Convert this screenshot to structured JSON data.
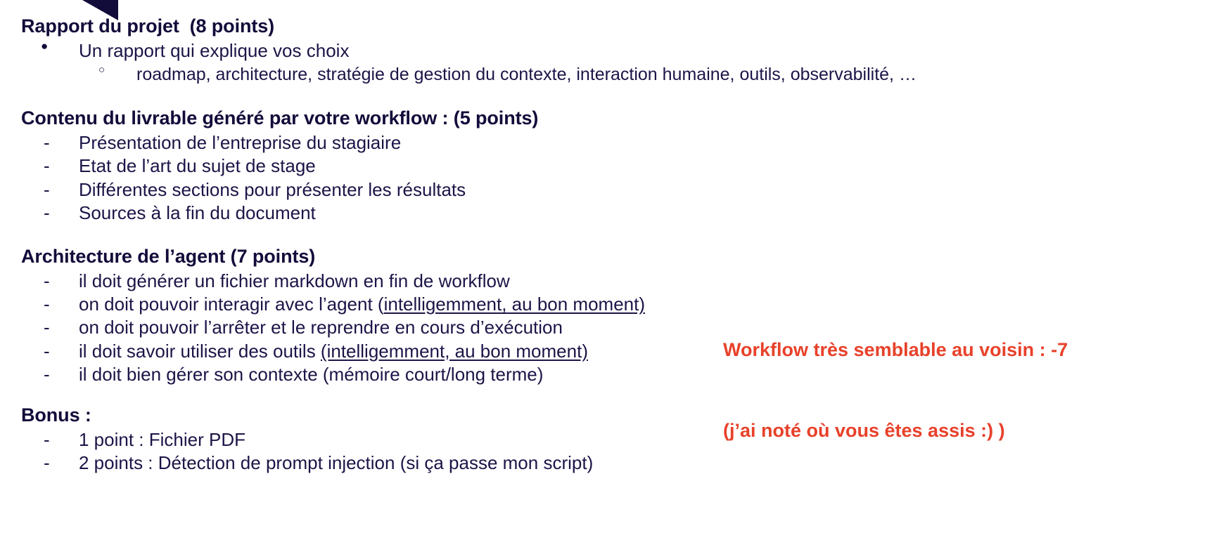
{
  "theme": {
    "background": "#ffffff",
    "text_navy": "#1b1547",
    "heading_navy": "#120c3a",
    "accent_red": "#e8412a",
    "deco_navy": "#120c3a"
  },
  "decoration": {
    "shape": "triangle-top-left"
  },
  "sections": [
    {
      "id": "rapport",
      "heading": "Rapport du projet  (8 points)",
      "items": [
        {
          "level": 1,
          "bullet": "disc",
          "text": "Un rapport qui explique vos choix"
        },
        {
          "level": 2,
          "bullet": "circle",
          "text": "roadmap, architecture, stratégie de gestion du contexte, interaction humaine, outils, observabilité, …"
        }
      ]
    },
    {
      "id": "contenu",
      "heading": "Contenu du livrable généré par votre workflow : (5 points)",
      "items": [
        {
          "level": 1,
          "bullet": "dash",
          "text": "Présentation de l’entreprise du stagiaire"
        },
        {
          "level": 1,
          "bullet": "dash",
          "text": "Etat de l’art du sujet de stage"
        },
        {
          "level": 1,
          "bullet": "dash",
          "text": "Différentes sections pour présenter les résultats"
        },
        {
          "level": 1,
          "bullet": "dash",
          "text": "Sources à la fin du document"
        }
      ]
    },
    {
      "id": "architecture",
      "heading": "Architecture de l’agent (7 points)",
      "items": [
        {
          "level": 1,
          "bullet": "dash",
          "text": "il doit générer un fichier markdown en fin de workflow"
        },
        {
          "level": 1,
          "bullet": "dash",
          "prefix": "on doit pouvoir interagir avec l’agent (",
          "underlined": "intelligemment, au bon moment)",
          "suffix": ""
        },
        {
          "level": 1,
          "bullet": "dash",
          "text": "on doit pouvoir l’arrêter et le reprendre en cours d’exécution"
        },
        {
          "level": 1,
          "bullet": "dash",
          "prefix": "il doit savoir utiliser des outils ",
          "underlined": "(intelligemment, au bon moment)",
          "suffix": ""
        },
        {
          "level": 1,
          "bullet": "dash",
          "text": "il doit bien gérer son contexte (mémoire court/long terme)"
        }
      ]
    },
    {
      "id": "bonus",
      "heading": "Bonus :",
      "items": [
        {
          "level": 1,
          "bullet": "dash",
          "text": "1 point : Fichier PDF"
        },
        {
          "level": 1,
          "bullet": "dash",
          "text": "2 points : Détection de prompt injection (si ça passe mon script)"
        }
      ]
    }
  ],
  "annotation": {
    "color": "#e8412a",
    "line1": "Workflow très semblable au voisin : -7",
    "line2": "(j’ai noté où vous êtes assis :) )"
  }
}
